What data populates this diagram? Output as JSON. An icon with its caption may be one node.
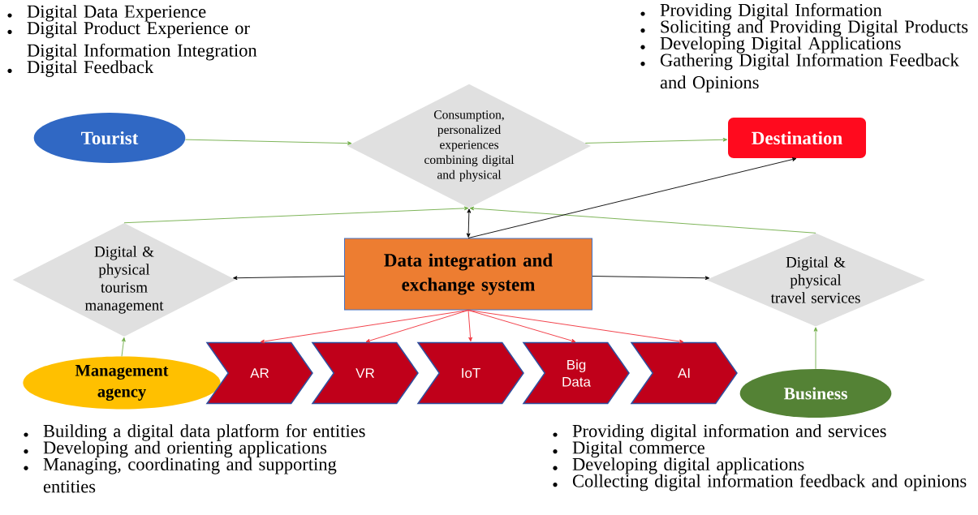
{
  "diagram": {
    "nodes": [
      {
        "text": [
          "Tourist"
        ],
        "beside": [
          "Digital Data Experience",
          "Digital Product Experience or Digital Information Integration",
          "Digital Feedback"
        ]
      },
      {
        "text": [
          "Consumption, personalized experiences combining digital and physical"
        ]
      },
      {
        "text": [
          "Destination"
        ],
        "beside": [
          "Providing Digital Information",
          "Soliciting and Providing Digital Products",
          "Developing Digital Applications",
          "Gathering Digital Information Feedback and Opinions"
        ]
      },
      {
        "text": [
          "Digital & physical tourism management"
        ]
      },
      {
        "text": [
          "Data integration and exchange system"
        ]
      },
      {
        "text": [
          "Digital & physical travel services"
        ]
      },
      {
        "text": [
          "Management agency"
        ],
        "beside": [
          "Building a digital data platform for entities",
          "Developing and orienting applications",
          "Managing, coordinating and supporting entities"
        ]
      },
      {
        "text": [
          "AR"
        ]
      },
      {
        "text": [
          "VR"
        ]
      },
      {
        "text": [
          "IoT"
        ]
      },
      {
        "text": [
          "Big Data"
        ]
      },
      {
        "text": [
          "AI"
        ]
      },
      {
        "text": [
          "Business"
        ],
        "beside": [
          "Providing digital information and services",
          "Digital commerce",
          "Developing digital applications",
          "Collecting digital information feedback and opinions"
        ]
      }
    ],
    "edges": [
      {
        "from": 0,
        "to": 1,
        "arrow": "to",
        "color": "#70ad47"
      },
      {
        "from": 1,
        "to": 2,
        "arrow": "to",
        "color": "#70ad47"
      },
      {
        "from": 3,
        "to": 1,
        "arrow": "to",
        "color": "#70ad47"
      },
      {
        "from": 5,
        "to": 1,
        "arrow": "to",
        "color": "#70ad47"
      },
      {
        "from": 4,
        "to": 1,
        "arrow": "both",
        "color": "#000000"
      },
      {
        "from": 4,
        "to": 2,
        "arrow": "to",
        "color": "#000000"
      },
      {
        "from": 4,
        "to": 3,
        "arrow": "to",
        "color": "#000000"
      },
      {
        "from": 4,
        "to": 5,
        "arrow": "to",
        "color": "#000000"
      },
      {
        "from": 4,
        "to": 7,
        "arrow": "to",
        "color": "#f0303a"
      },
      {
        "from": 4,
        "to": 8,
        "arrow": "to",
        "color": "#f0303a"
      },
      {
        "from": 4,
        "to": 9,
        "arrow": "to",
        "color": "#f0303a"
      },
      {
        "from": 4,
        "to": 10,
        "arrow": "to",
        "color": "#f0303a"
      },
      {
        "from": 4,
        "to": 11,
        "arrow": "to",
        "color": "#f0303a"
      },
      {
        "from": 6,
        "to": 3,
        "arrow": "to",
        "color": "#70ad47"
      },
      {
        "from": 12,
        "to": 5,
        "arrow": "to",
        "color": "#70ad47"
      }
    ]
  }
}
